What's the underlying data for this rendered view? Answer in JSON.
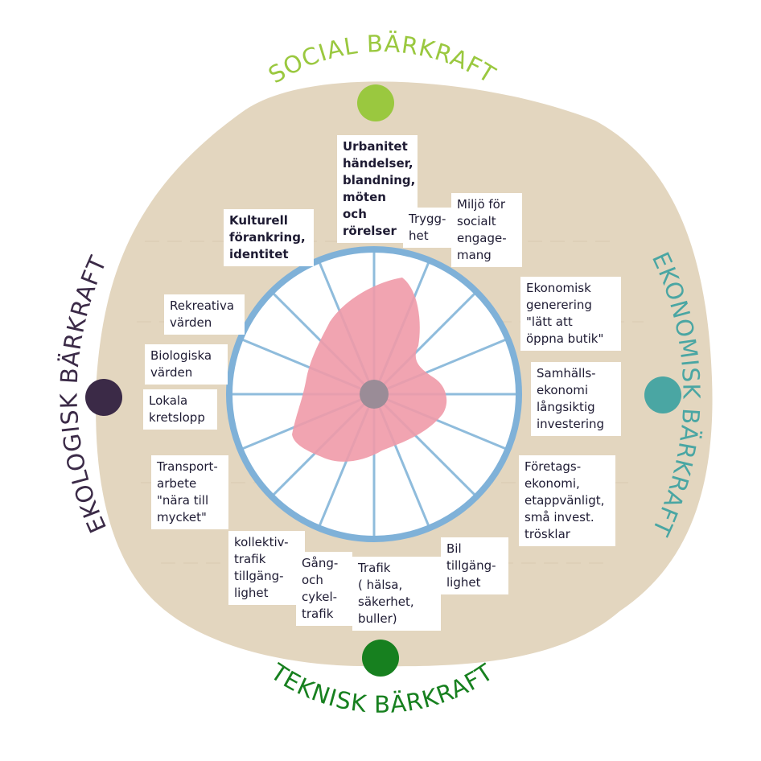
{
  "pillars": {
    "social": {
      "label": "SOCIAL BÄRKRAFT",
      "color": "#9ac83f"
    },
    "economic": {
      "label": "EKONOMISK BÄRKRAFT",
      "color": "#4aa6a3"
    },
    "technical": {
      "label": "TEKNISK BÄRKRAFT",
      "color": "#17801f"
    },
    "ecological": {
      "label": "EKOLOGISK BÄRKRAFT",
      "color": "#3b2a47"
    }
  },
  "colors": {
    "blob": "#e3d6bf",
    "wheel_rim": "#7fb1d8",
    "spokes": "#8fbcdc",
    "area": "#ef9aa8",
    "hub": "#9a8c97"
  },
  "labels": {
    "urbanitet": "Urbanitet\nhändelser,\nblandning,\nmöten och\nrörelser",
    "trygghet": "Trygg-\nhet",
    "miljo": "Miljö för\nsocialt\nengage-\nmang",
    "kulturell": "Kulturell\nförankring,\nidentitet",
    "rekreativa": "Rekreativa\nvärden",
    "biologiska": "Biologiska\nvärden",
    "lokala": "Lokala\nkretslopp",
    "transport": "Transport-\narbete\n\"nära till\nmycket\"",
    "kollektiv": "kollektiv-\ntrafik\ntillgäng-\nlighet",
    "gang": "Gång-\noch\ncykel-\ntrafik",
    "trafik": "Trafik\n( hälsa,\nsäkerhet,\nbuller)",
    "bil": "Bil\ntillgäng-\nlighet",
    "ekonomisk_gen": "Ekonomisk\ngenerering\n\"lätt att\nöppna butik\"",
    "samhalls": "Samhälls-\nekonomi\nlångsiktig\ninvestering",
    "foretags": "Företags-\nekonomi,\netappvänligt,\nsmå invest.\ntrösklar"
  }
}
